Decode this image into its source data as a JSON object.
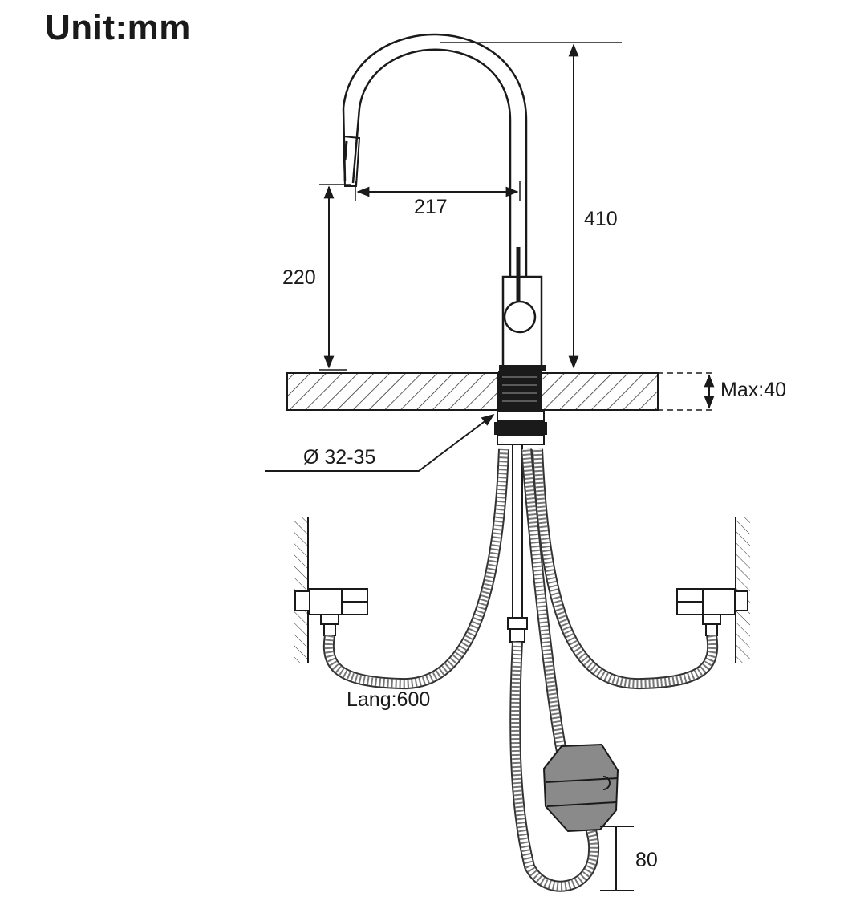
{
  "title": "Unit:mm",
  "dimensions": {
    "height_total": "410",
    "spout_reach": "217",
    "spout_height": "220",
    "max_thickness": "Max:40",
    "hole_diameter": "Ø 32-35",
    "hose_length": "Lang:600",
    "weight_offset": "80"
  },
  "colors": {
    "line": "#1a1a1a",
    "hose": "#555555",
    "weight_fill": "#8a8a8a"
  }
}
